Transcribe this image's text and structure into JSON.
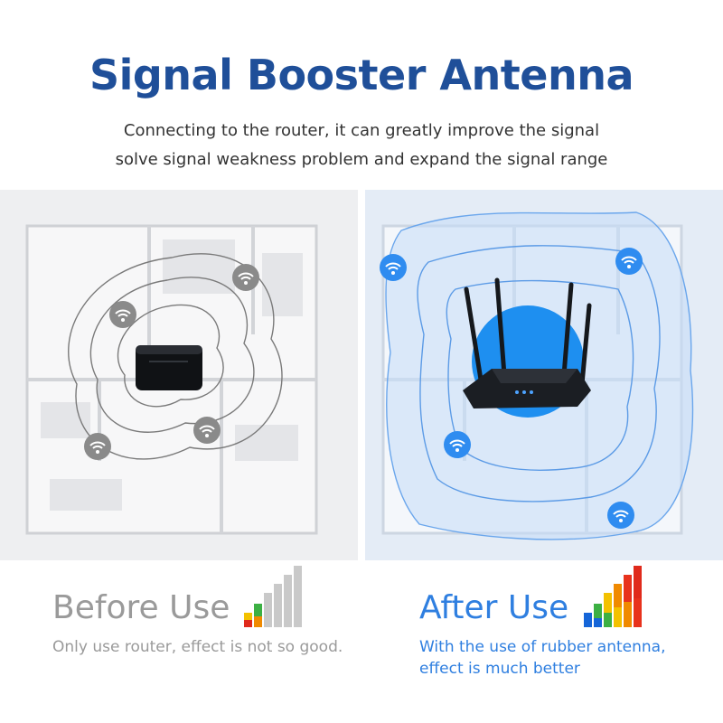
{
  "title": "Signal Booster Antenna",
  "subtitle_line1": "Connecting to the router, it can greatly improve the signal",
  "subtitle_line2": "solve signal weakness problem and expand the signal range",
  "before": {
    "title": "Before Use",
    "description": "Only use router, effect is not so good.",
    "signal_icon": "signal-bars-icon",
    "signal_level": 0.33
  },
  "after": {
    "title": "After Use",
    "description_line1": "With the use of rubber antenna,",
    "description_line2": "effect is much better",
    "signal_icon": "signal-bars-icon",
    "signal_level": 1.0
  },
  "colors": {
    "title": "#1f4f99",
    "after_accent": "#2f7fe0",
    "before_gray": "#9a9a9a",
    "wifi_badge": "#8a8a8a",
    "wifi_badge_blue": "#2f8cf0"
  }
}
